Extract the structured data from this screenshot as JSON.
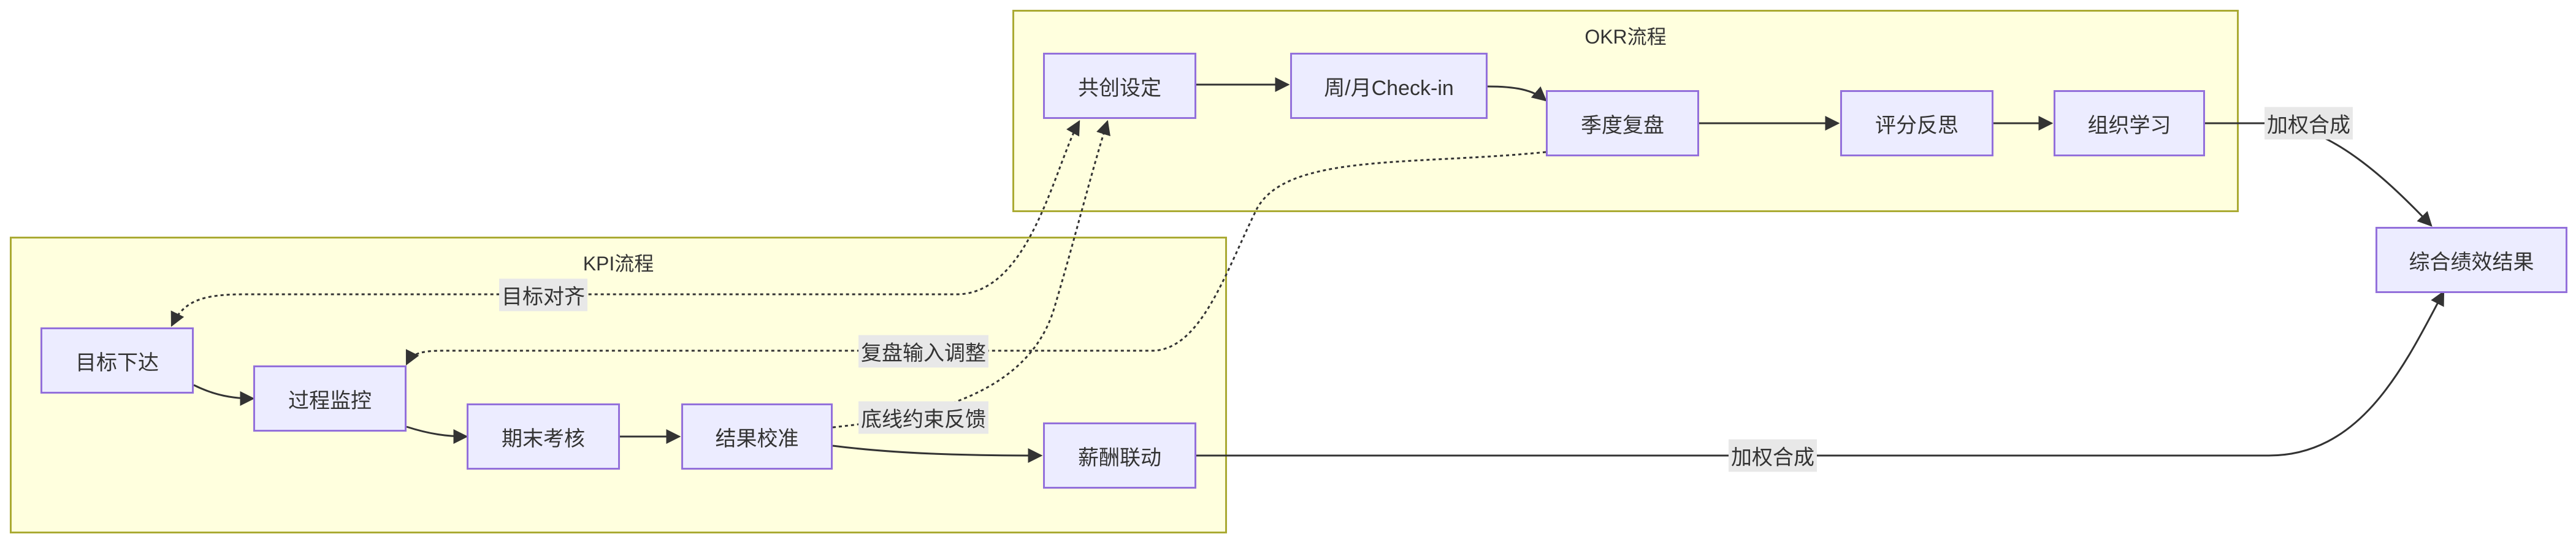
{
  "clusters": {
    "okr": {
      "title": "OKR流程"
    },
    "kpi": {
      "title": "KPI流程"
    }
  },
  "nodes": {
    "okr_cocreate": "共创设定",
    "okr_checkin": "周/月Check-in",
    "okr_quarterly_review": "季度复盘",
    "okr_scoring": "评分反思",
    "okr_org_learning": "组织学习",
    "kpi_target": "目标下达",
    "kpi_monitor": "过程监控",
    "kpi_final_assess": "期末考核",
    "kpi_calibrate": "结果校准",
    "kpi_compensation": "薪酬联动",
    "combined_result": "综合绩效结果"
  },
  "edge_labels": {
    "goal_alignment": "目标对齐",
    "review_input": "复盘输入调整",
    "baseline_feedback": "底线约束反馈",
    "weighted_okr": "加权合成",
    "weighted_kpi": "加权合成"
  },
  "colors": {
    "cluster_fill": "#ffffde",
    "cluster_border": "#aaaa33",
    "node_fill": "#ececff",
    "node_border": "#9370db",
    "edge": "#333333",
    "label_bg": "#e8e8e8"
  }
}
